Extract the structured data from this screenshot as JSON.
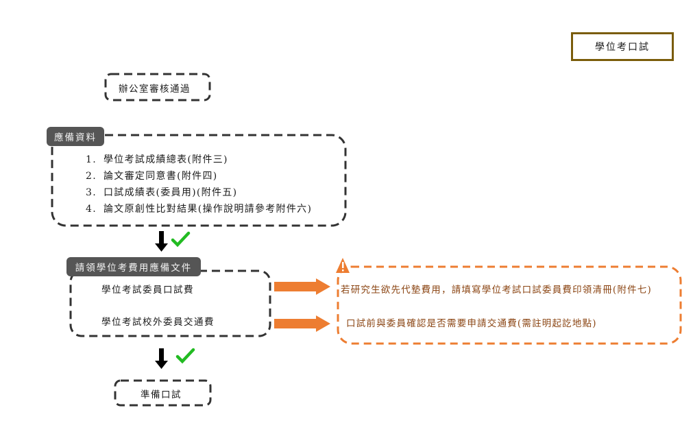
{
  "title_box": {
    "label": "學位考口試"
  },
  "steps": {
    "office_review": {
      "label": "辦公室審核通過"
    },
    "required_docs": {
      "tag": "應備資料",
      "items": [
        {
          "num": "1.",
          "text": "學位考試成績總表(附件三)"
        },
        {
          "num": "2.",
          "text": "論文審定同意書(附件四)"
        },
        {
          "num": "3.",
          "text": "口試成績表(委員用)(附件五)"
        },
        {
          "num": "4.",
          "text": "論文原創性比對結果(操作說明請參考附件六)"
        }
      ]
    },
    "fee_docs": {
      "tag": "請領學位考費用應備文件",
      "items": [
        {
          "text": "學位考試委員口試費"
        },
        {
          "text": "學位考試校外委員交通費"
        }
      ]
    },
    "notes": {
      "items": [
        {
          "text": "若研究生欲先代墊費用，請填寫學位考試口試委員費印領清冊(附件七)"
        },
        {
          "text": "口試前與委員確認是否需要申請交通費(需註明起訖地點)"
        }
      ]
    },
    "prepare_exam": {
      "label": "準備口試"
    }
  },
  "icons": {
    "arrow": "down-arrow-icon",
    "check": "checkmark-icon",
    "warning": "warning-icon",
    "right_arrow": "right-arrow-icon"
  },
  "colors": {
    "title_border": "#7a5c0a",
    "dash_dark": "#333333",
    "tag_bg": "#555555",
    "accent_orange": "#ed7d31",
    "check_green": "#22bb22",
    "note_text": "#8b4513"
  }
}
